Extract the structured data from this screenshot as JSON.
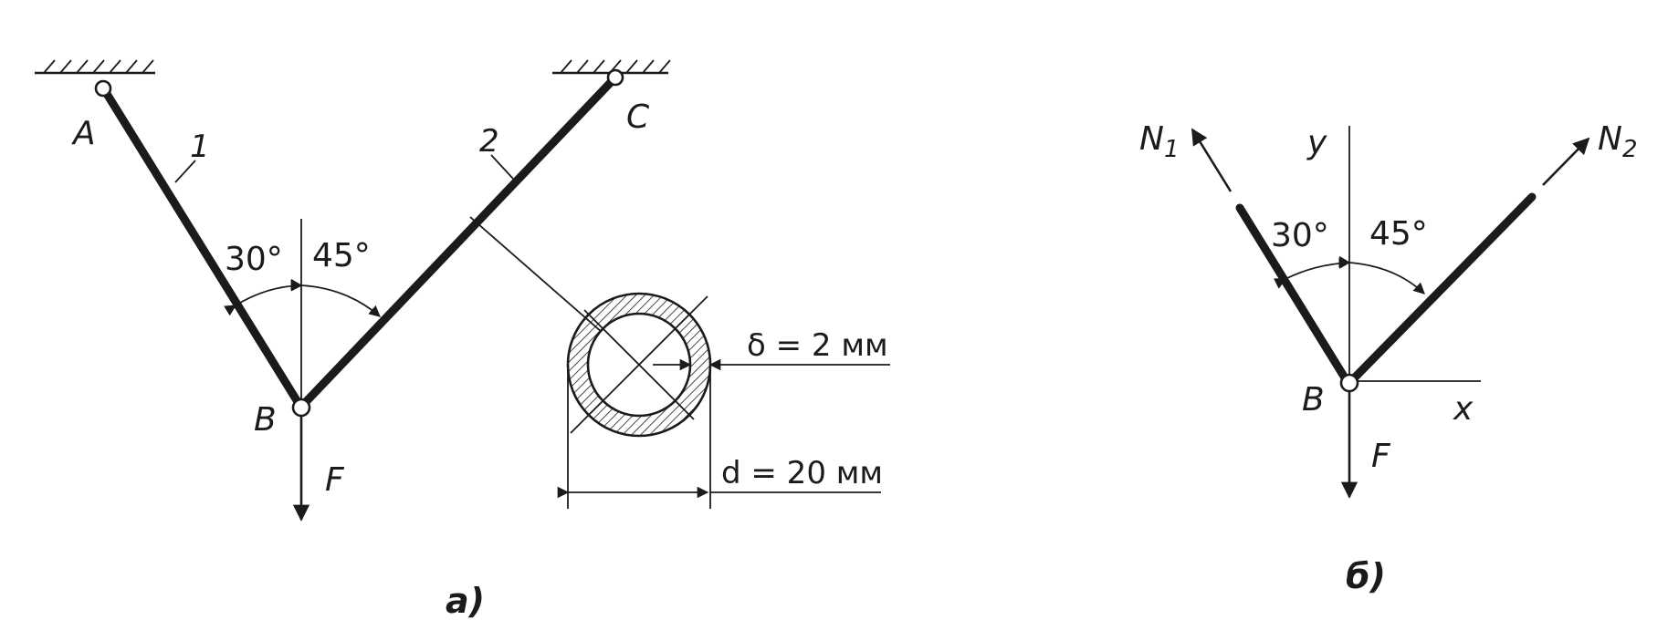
{
  "diagram_a": {
    "caption": "a)",
    "joint_a": "A",
    "joint_b": "B",
    "joint_c": "C",
    "rod_1": "1",
    "rod_2": "2",
    "angle_left": "30°",
    "angle_right": "45°",
    "force": "F",
    "section": {
      "delta_label": "δ = 2 мм",
      "diameter_label": "d = 20 мм"
    }
  },
  "diagram_b": {
    "caption": "б)",
    "joint_b": "B",
    "n1": "N",
    "n1_sub": "1",
    "n2": "N",
    "n2_sub": "2",
    "axis_y": "y",
    "axis_x": "x",
    "angle_left": "30°",
    "angle_right": "45°",
    "force": "F"
  },
  "colors": {
    "ink": "#1b1b1b",
    "paper": "#ffffff"
  }
}
